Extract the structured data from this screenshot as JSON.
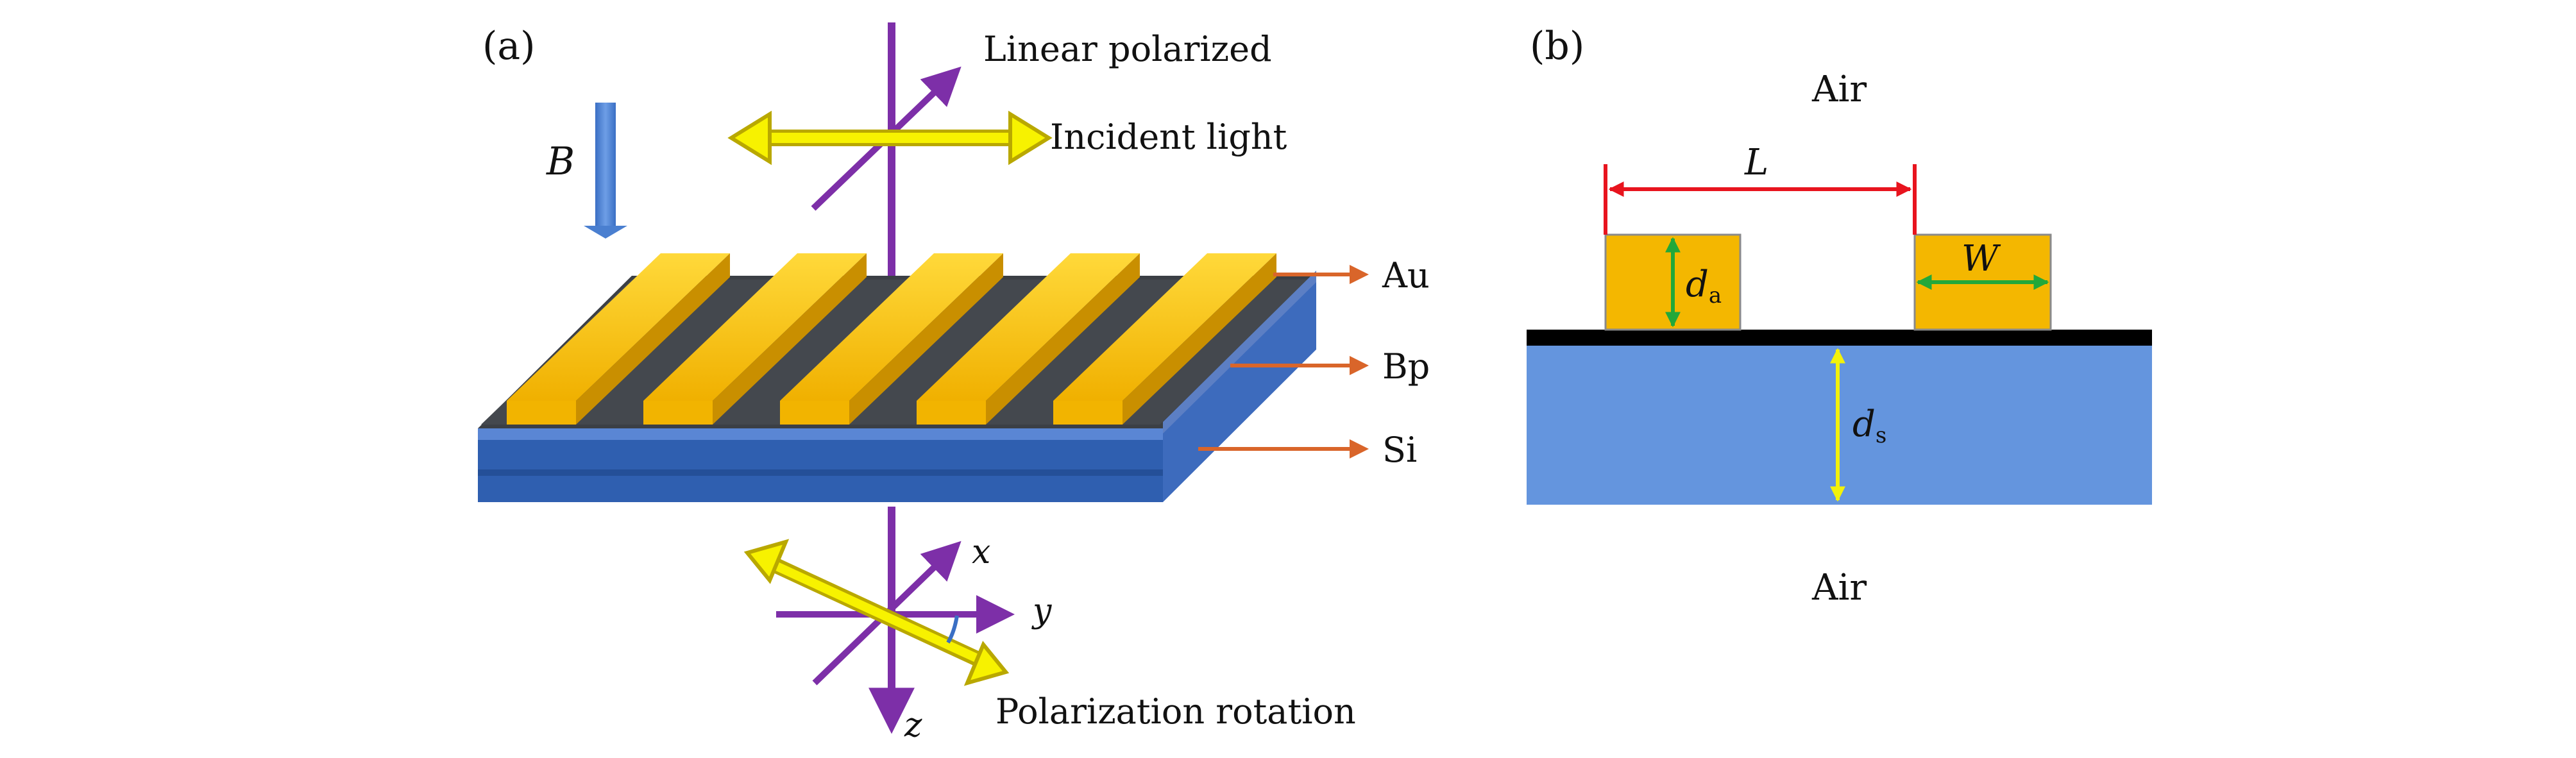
{
  "panel_a": {
    "tag": "(a)",
    "field_label": "B",
    "linear_label": "Linear polarized",
    "incident_label": "Incident light",
    "layers": [
      "Au",
      "Bp",
      "Si"
    ],
    "axes": {
      "x": "x",
      "y": "y",
      "z": "z"
    },
    "rotation_label": "Polarization rotation"
  },
  "panel_b": {
    "tag": "(b)",
    "top_medium": "Air",
    "bottom_medium": "Air",
    "period_label": "L",
    "width_label": "W",
    "da_main": "d",
    "da_sub": "a",
    "ds_main": "d",
    "ds_sub": "s"
  },
  "colors": {
    "gold": "#f4b700",
    "substrate": "#6495de",
    "bp_layer": "#000000",
    "dimension_red": "#e8141e",
    "dimension_green": "#22a83a",
    "dimension_yellow": "#f3f20a",
    "light_purple": "#7d2fa8",
    "pointer_orange": "#d9652a"
  }
}
